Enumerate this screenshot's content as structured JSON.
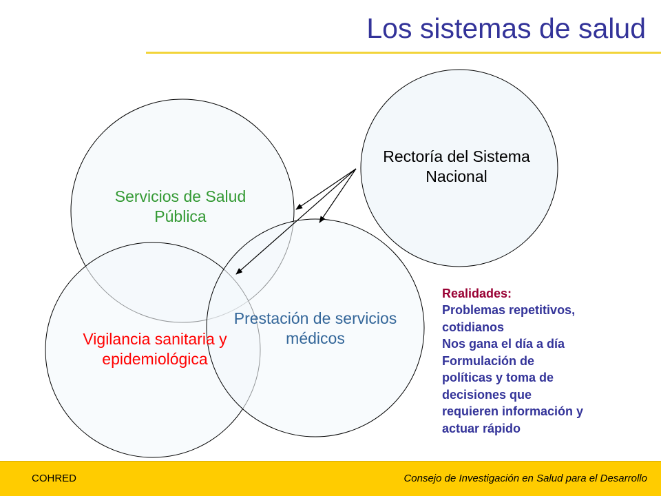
{
  "title": "Los sistemas de salud",
  "colors": {
    "title": "#333399",
    "accent_rule": "#F2D43A",
    "circle_fill": "#F3F8FB",
    "green_label": "#339933",
    "red_label": "#FF0000",
    "blue_label": "#336699",
    "realidades_heading": "#990033",
    "realidades_text": "#333399",
    "footer_bg": "#FFCC00"
  },
  "circles": {
    "salud_publica": {
      "line1": "Servicios de Salud",
      "line2": "Pública"
    },
    "rectoria": {
      "line1": "Rectoría del Sistema",
      "line2": "Nacional"
    },
    "vigilancia": {
      "line1": "Vigilancia sanitaria y",
      "line2": "epidemiológica"
    },
    "prestacion": {
      "line1": "Prestación de servicios",
      "line2": "médicos"
    }
  },
  "realidades": {
    "heading": "Realidades:",
    "lines": [
      "Problemas repetitivos,",
      "cotidianos",
      "Nos gana el día a día",
      "Formulación de",
      "políticas y toma de",
      "decisiones que",
      "requieren información y",
      "actuar rápido"
    ]
  },
  "footer": {
    "left": "COHRED",
    "right": "Consejo de Investigación en Salud para el Desarrollo"
  }
}
